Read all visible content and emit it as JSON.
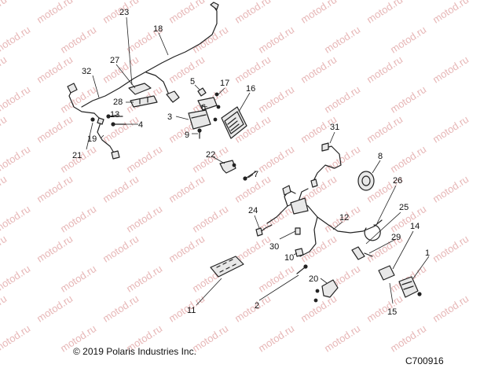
{
  "diagram": {
    "callouts": [
      "1",
      "2",
      "3",
      "4",
      "5",
      "6",
      "7",
      "8",
      "9",
      "10",
      "11",
      "12",
      "13",
      "14",
      "15",
      "16",
      "17",
      "18",
      "19",
      "20",
      "21",
      "22",
      "23",
      "24",
      "25",
      "26",
      "27",
      "28",
      "29",
      "30",
      "31",
      "32"
    ],
    "copyright": "© 2019 Polaris Industries Inc.",
    "figure_id": "C700916",
    "watermark_text": "motod.ru",
    "colors": {
      "line": "#222222",
      "part_fill": "#e8e8e8",
      "watermark": "#e7b7b7"
    }
  }
}
